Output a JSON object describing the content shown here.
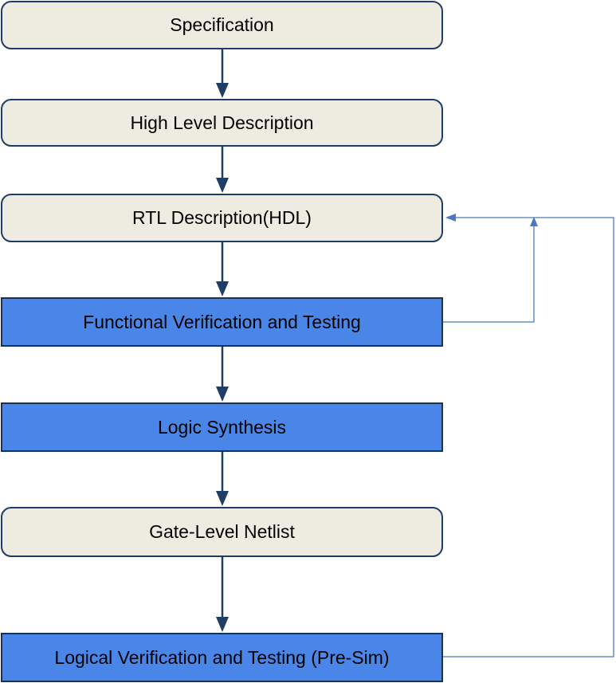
{
  "flow": {
    "steps": [
      {
        "label": "Specification",
        "style": "beige"
      },
      {
        "label": "High Level Description",
        "style": "beige"
      },
      {
        "label": "RTL Description(HDL)",
        "style": "beige"
      },
      {
        "label": "Functional Verification and Testing",
        "style": "blue"
      },
      {
        "label": "Logic Synthesis",
        "style": "blue"
      },
      {
        "label": "Gate-Level Netlist",
        "style": "beige"
      },
      {
        "label": "Logical Verification and Testing (Pre-Sim)",
        "style": "blue"
      }
    ],
    "feedback": [
      {
        "from": "Functional Verification and Testing",
        "to": "RTL Description(HDL)"
      },
      {
        "from": "Logical Verification and Testing (Pre-Sim)",
        "to": "RTL Description(HDL)"
      }
    ]
  },
  "colors": {
    "beige_fill": "#eeece1",
    "blue_fill": "#4a86e8",
    "box_border": "#1f3d66",
    "arrow": "#1f3d66",
    "feedback_line": "#4a78c2"
  }
}
